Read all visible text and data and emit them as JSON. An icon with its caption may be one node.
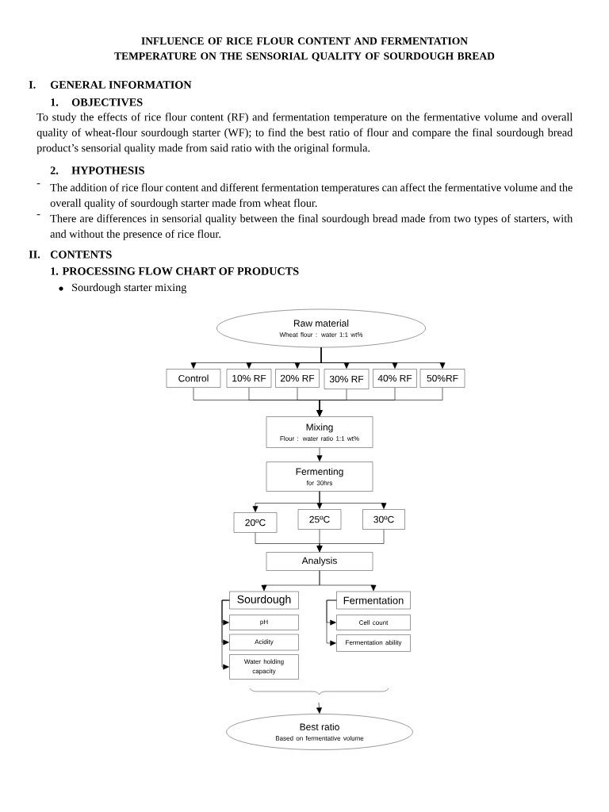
{
  "diagram": {
    "title": "INFLUENCE OF RICE FLOUR CONTENT AND FERMENTATION TEMPERATURE ON THE SENSORIAL QUALITY OF SOURDOUGH BREAD",
    "nodes": [
      {
        "text": [
          "Raw material",
          "Wheat flour : water 1:1 wt%"
        ]
      },
      {
        "text": [
          "Control"
        ]
      },
      {
        "text": [
          "10% RF"
        ]
      },
      {
        "text": [
          "20% RF"
        ]
      },
      {
        "text": [
          "30% RF"
        ]
      },
      {
        "text": [
          "40% RF"
        ]
      },
      {
        "text": [
          "50%RF"
        ]
      },
      {
        "text": [
          "Mixing",
          "Flour : water ratio 1:1 wt%"
        ]
      },
      {
        "text": [
          "Fermenting",
          "for 30hrs"
        ]
      },
      {
        "text": [
          "20ºC"
        ]
      },
      {
        "text": [
          "25ºC"
        ]
      },
      {
        "text": [
          "30ºC"
        ]
      },
      {
        "text": [
          "Analysis"
        ]
      },
      {
        "text": [
          "Sourdough"
        ]
      },
      {
        "text": [
          "Fermentation"
        ]
      },
      {
        "text": [
          "pH"
        ]
      },
      {
        "text": [
          "Acidity"
        ]
      },
      {
        "text": [
          "Water holding capacity"
        ]
      },
      {
        "text": [
          "Cell count"
        ]
      },
      {
        "text": [
          "Fermentation ability"
        ]
      },
      {
        "text": [
          "Best ratio",
          "Based on fermentative volume"
        ]
      }
    ],
    "edges": [
      {
        "from": 0,
        "to": 1,
        "arrow": "to"
      },
      {
        "from": 0,
        "to": 2,
        "arrow": "to"
      },
      {
        "from": 0,
        "to": 3,
        "arrow": "to"
      },
      {
        "from": 0,
        "to": 4,
        "arrow": "to"
      },
      {
        "from": 0,
        "to": 5,
        "arrow": "to"
      },
      {
        "from": 0,
        "to": 6,
        "arrow": "to"
      },
      {
        "from": 1,
        "to": 7,
        "arrow": "to"
      },
      {
        "from": 2,
        "to": 7,
        "arrow": "to"
      },
      {
        "from": 3,
        "to": 7,
        "arrow": "to"
      },
      {
        "from": 4,
        "to": 7,
        "arrow": "to"
      },
      {
        "from": 5,
        "to": 7,
        "arrow": "to"
      },
      {
        "from": 6,
        "to": 7,
        "arrow": "to"
      },
      {
        "from": 7,
        "to": 8,
        "arrow": "to"
      },
      {
        "from": 8,
        "to": 9,
        "arrow": "to"
      },
      {
        "from": 8,
        "to": 10,
        "arrow": "to"
      },
      {
        "from": 8,
        "to": 11,
        "arrow": "to"
      },
      {
        "from": 9,
        "to": 12,
        "arrow": "to"
      },
      {
        "from": 10,
        "to": 12,
        "arrow": "to"
      },
      {
        "from": 11,
        "to": 12,
        "arrow": "to"
      },
      {
        "from": 12,
        "to": 13,
        "arrow": "to"
      },
      {
        "from": 12,
        "to": 14,
        "arrow": "to"
      },
      {
        "from": 13,
        "to": 15,
        "arrow": "to"
      },
      {
        "from": 13,
        "to": 16,
        "arrow": "to"
      },
      {
        "from": 13,
        "to": 17,
        "arrow": "to"
      },
      {
        "from": 14,
        "to": 18,
        "arrow": "to"
      },
      {
        "from": 14,
        "to": 19,
        "arrow": "to"
      },
      {
        "from": null,
        "to": 20,
        "arrow": "to"
      }
    ],
    "labels": [
      "I.",
      "GENERAL INFORMATION",
      "1.",
      "OBJECTIVES",
      "To study the effects of rice flour content (RF) and fermentation temperature on the fermentative volume and overall quality of wheat-flour sourdough starter (WF); to find the best ratio of flour and compare the final sourdough bread product’s sensorial quality made from said ratio with the original formula.",
      "2.",
      "HYPOTHESIS",
      "-",
      "The addition of rice flour content and different fermentation temperatures can affect the fermentative volume and the overall quality of sourdough starter made from wheat flour.",
      "-",
      "There are differences in sensorial quality between the final sourdough bread made from two types of starters, with and without the presence of rice flour.",
      "II.",
      "CONTENTS",
      "1. PROCESSING FLOW CHART OF PRODUCTS",
      "Sourdough starter mixing"
    ]
  }
}
